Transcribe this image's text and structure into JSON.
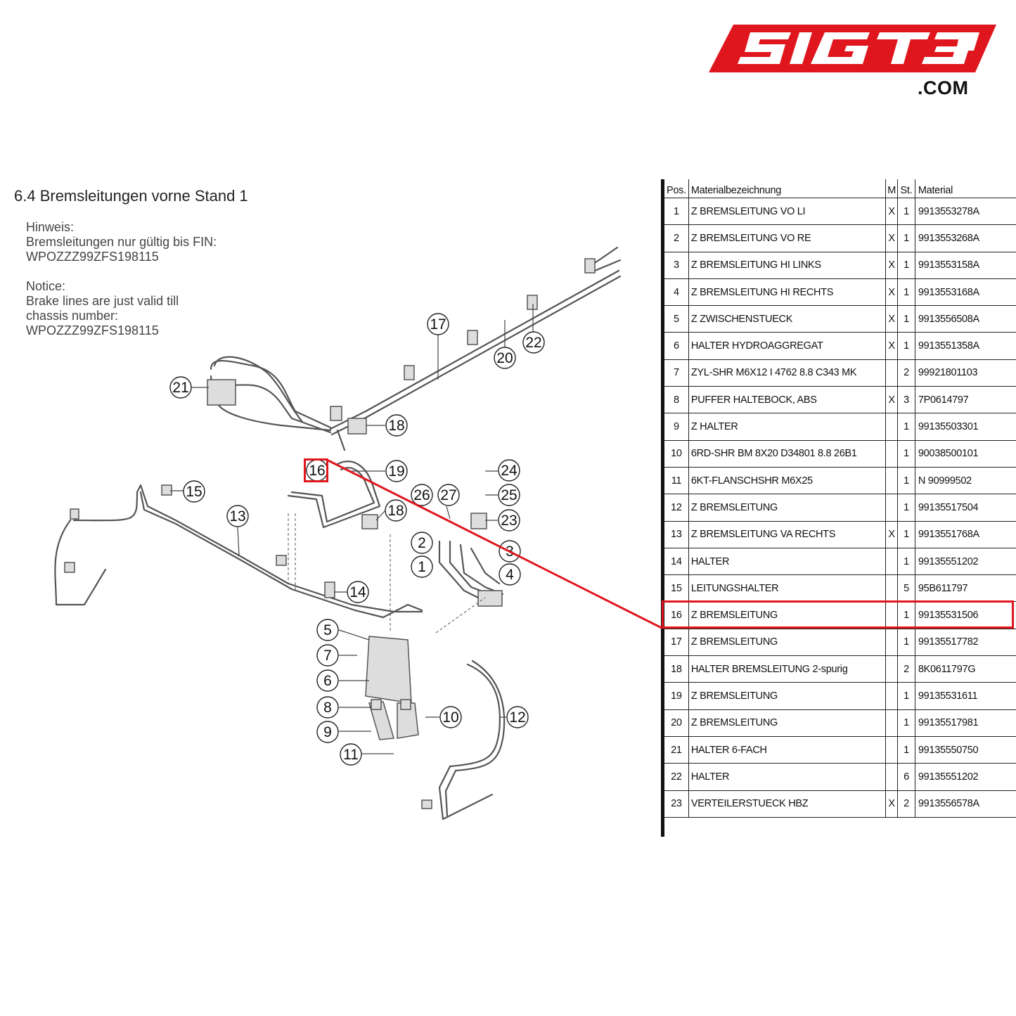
{
  "brand": {
    "logo_text": "SIGT3",
    "domain_suffix": ".COM",
    "accent_color": "#e0161e"
  },
  "page": {
    "title": "6.4  Bremsleitungen vorne Stand 1",
    "note_de": [
      "Hinweis:",
      "Bremsleitungen nur gültig bis FIN:",
      "WPOZZZ99ZFS198115"
    ],
    "note_en": [
      "Notice:",
      "Brake lines are just valid till",
      "chassis number:",
      "WPOZZZ99ZFS198115"
    ]
  },
  "diagram": {
    "callouts": [
      "1",
      "2",
      "3",
      "4",
      "5",
      "6",
      "7",
      "8",
      "9",
      "10",
      "11",
      "12",
      "13",
      "14",
      "15",
      "16",
      "17",
      "18",
      "18",
      "19",
      "20",
      "21",
      "22",
      "23",
      "24",
      "25",
      "26",
      "27"
    ],
    "highlighted_callout": "16"
  },
  "table": {
    "headers": {
      "pos": "Pos.",
      "name": "Materialbezeichnung",
      "m": "M",
      "st": "St.",
      "material": "Material"
    },
    "highlighted_pos": "16",
    "rows": [
      {
        "pos": "1",
        "name": "Z BREMSLEITUNG VO LI",
        "m": "X",
        "st": "1",
        "material": "9913553278A"
      },
      {
        "pos": "2",
        "name": "Z BREMSLEITUNG VO RE",
        "m": "X",
        "st": "1",
        "material": "9913553268A"
      },
      {
        "pos": "3",
        "name": "Z BREMSLEITUNG HI LINKS",
        "m": "X",
        "st": "1",
        "material": "9913553158A"
      },
      {
        "pos": "4",
        "name": "Z BREMSLEITUNG HI RECHTS",
        "m": "X",
        "st": "1",
        "material": "9913553168A"
      },
      {
        "pos": "5",
        "name": "Z ZWISCHENSTUECK",
        "m": "X",
        "st": "1",
        "material": "9913556508A"
      },
      {
        "pos": "6",
        "name": "HALTER HYDROAGGREGAT",
        "m": "X",
        "st": "1",
        "material": "9913551358A"
      },
      {
        "pos": "7",
        "name": "ZYL-SHR M6X12 I 4762 8.8 C343 MK",
        "m": "",
        "st": "2",
        "material": "99921801103"
      },
      {
        "pos": "8",
        "name": "PUFFER HALTEBOCK, ABS",
        "m": "X",
        "st": "3",
        "material": "7P0614797"
      },
      {
        "pos": "9",
        "name": "Z HALTER",
        "m": "",
        "st": "1",
        "material": "99135503301"
      },
      {
        "pos": "10",
        "name": "6RD-SHR BM 8X20 D34801 8.8 26B1",
        "m": "",
        "st": "1",
        "material": "90038500101"
      },
      {
        "pos": "11",
        "name": "6KT-FLANSCHSHR M6X25",
        "m": "",
        "st": "1",
        "material": "N 90999502"
      },
      {
        "pos": "12",
        "name": "Z BREMSLEITUNG",
        "m": "",
        "st": "1",
        "material": "99135517504"
      },
      {
        "pos": "13",
        "name": "Z BREMSLEITUNG VA RECHTS",
        "m": "X",
        "st": "1",
        "material": "9913551768A"
      },
      {
        "pos": "14",
        "name": "HALTER",
        "m": "",
        "st": "1",
        "material": "99135551202"
      },
      {
        "pos": "15",
        "name": "LEITUNGSHALTER",
        "m": "",
        "st": "5",
        "material": "95B611797"
      },
      {
        "pos": "16",
        "name": "Z BREMSLEITUNG",
        "m": "",
        "st": "1",
        "material": "99135531506"
      },
      {
        "pos": "17",
        "name": "Z BREMSLEITUNG",
        "m": "",
        "st": "1",
        "material": "99135517782"
      },
      {
        "pos": "18",
        "name": "HALTER BREMSLEITUNG 2-spurig",
        "m": "",
        "st": "2",
        "material": "8K0611797G"
      },
      {
        "pos": "19",
        "name": "Z BREMSLEITUNG",
        "m": "",
        "st": "1",
        "material": "99135531611"
      },
      {
        "pos": "20",
        "name": "Z BREMSLEITUNG",
        "m": "",
        "st": "1",
        "material": "99135517981"
      },
      {
        "pos": "21",
        "name": "HALTER 6-FACH",
        "m": "",
        "st": "1",
        "material": "99135550750"
      },
      {
        "pos": "22",
        "name": "HALTER",
        "m": "",
        "st": "6",
        "material": "99135551202"
      },
      {
        "pos": "23",
        "name": "VERTEILERSTUECK HBZ",
        "m": "X",
        "st": "2",
        "material": "9913556578A"
      }
    ]
  }
}
